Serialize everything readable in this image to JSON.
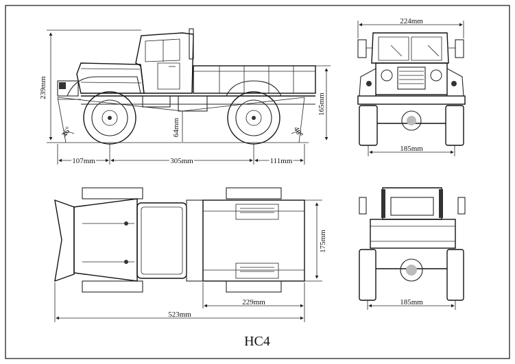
{
  "title": "HC4",
  "colors": {
    "line": "#222222",
    "background": "#ffffff",
    "frame": "#111111"
  },
  "side_view": {
    "height_total": "239mm",
    "height_bed": "165mm",
    "front_overhang": "107mm",
    "wheelbase": "305mm",
    "rear_overhang": "111mm",
    "ground_clearance": "64mm",
    "approach_angle": "46°",
    "departure_angle": "46°"
  },
  "front_view": {
    "width_top": "224mm",
    "track": "185mm"
  },
  "top_view": {
    "length_total": "523mm",
    "bed_length": "229mm",
    "bed_width": "175mm"
  },
  "rear_view": {
    "track": "185mm"
  }
}
